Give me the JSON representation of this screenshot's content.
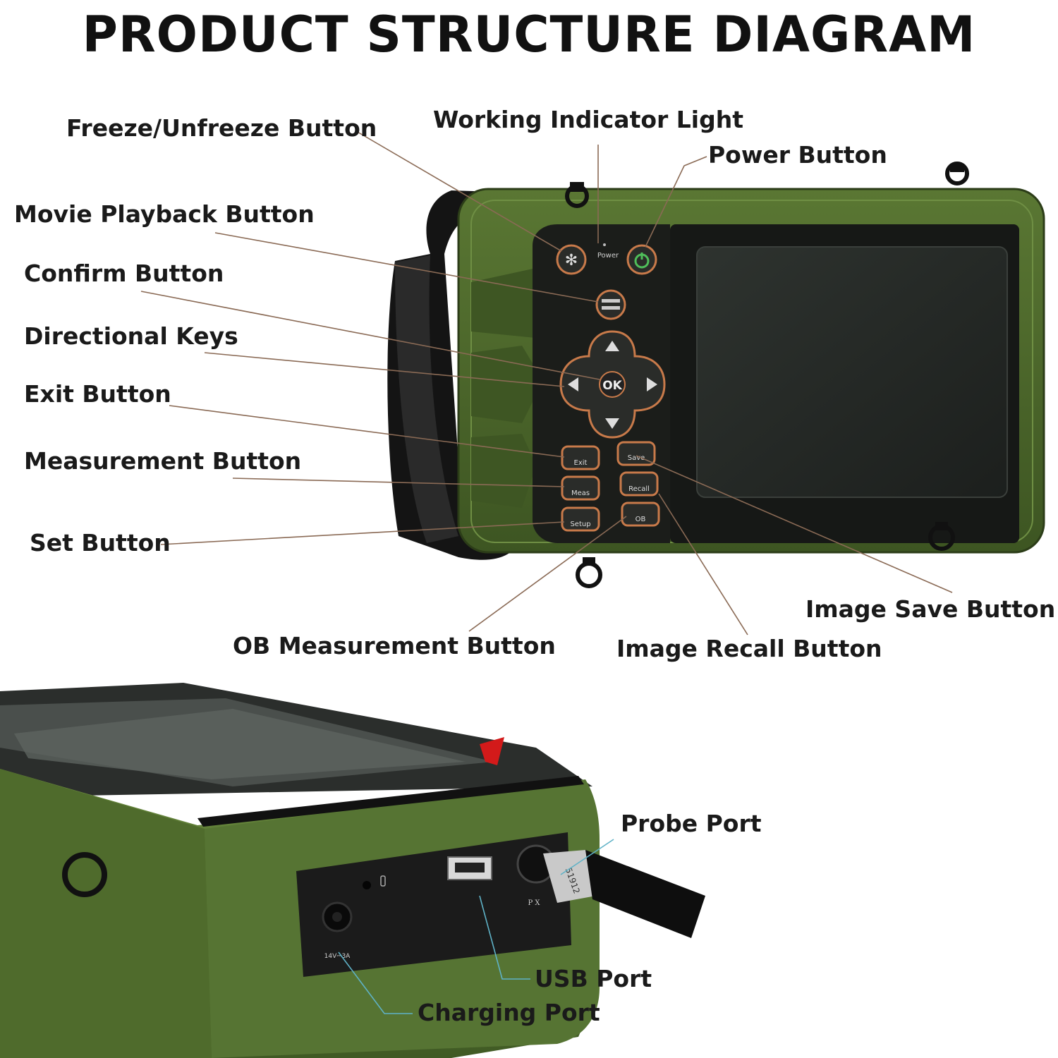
{
  "title": "PRODUCT STRUCTURE DIAGRAM",
  "device_text": {
    "power_small": "Power",
    "ok": "OK",
    "exit": "Exit",
    "save": "Save",
    "meas": "Meas",
    "recall": "Recall",
    "setup": "Setup",
    "ob": "OB",
    "charging_spec": "14V⎓3A",
    "probe_label": "P X",
    "connector_number": "51912"
  },
  "labels": {
    "freeze": "Freeze/Unfreeze Button",
    "working_light": "Working Indicator Light",
    "power": "Power Button",
    "movie": "Movie Playback Button",
    "confirm": "Confirm Button",
    "directional": "Directional Keys",
    "exit": "Exit Button",
    "measurement": "Measurement Button",
    "set": "Set Button",
    "image_save": "Image Save Button",
    "ob_measurement": "OB Measurement Button",
    "image_recall": "Image Recall Button",
    "probe_port": "Probe Port",
    "usb_port": "USB Port",
    "charging_port": "Charging Port"
  },
  "colors": {
    "device_green": "#4f6b2c",
    "device_green_dark": "#3a5120",
    "panel_black": "#1b1d1a",
    "screen": "#262a27",
    "leader_line": "#8a6a55",
    "leader_line_blue": "#5fb2c7",
    "button_accent": "#c87a4a",
    "power_green": "#4fbf5a"
  }
}
